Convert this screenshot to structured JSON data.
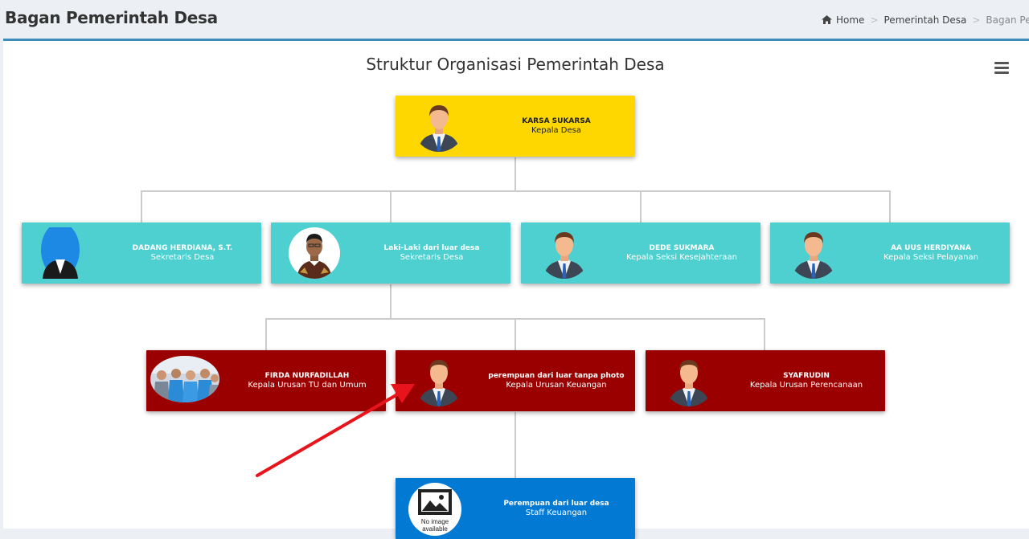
{
  "header": {
    "page_title": "Bagan Pemerintah Desa",
    "breadcrumb": [
      {
        "label": "Home"
      },
      {
        "label": "Pemerintah Desa"
      },
      {
        "label": "Bagan Pemer"
      }
    ]
  },
  "chart": {
    "title": "Struktur Organisasi Pemerintah Desa",
    "menu_icon": "hamburger-icon"
  },
  "nodes": [
    {
      "name": "KARSA SUKARSA",
      "title": "Kepala Desa",
      "color": "#ffd700",
      "photo": "default-avatar"
    },
    {
      "name": "DADANG HERDIANA, S.T.",
      "title": "Sekretaris Desa",
      "color": "#4dd0cf",
      "photo": "silhouette-blue"
    },
    {
      "name": "Laki-Laki dari luar desa",
      "title": "Sekretaris Desa",
      "color": "#4dd0cf",
      "photo": "person-photo"
    },
    {
      "name": "DEDE SUKMARA",
      "title": "Kepala Seksi Kesejahteraan",
      "color": "#4dd0cf",
      "photo": "default-avatar"
    },
    {
      "name": "AA UUS HERDIYANA",
      "title": "Kepala Seksi Pelayanan",
      "color": "#4dd0cf",
      "photo": "default-avatar"
    },
    {
      "name": "FIRDA NURFADILLAH",
      "title": "Kepala Urusan TU dan Umum",
      "color": "#9b0000",
      "photo": "group-photo"
    },
    {
      "name": "perempuan dari luar tanpa photo",
      "title": "Kepala Urusan Keuangan",
      "color": "#9b0000",
      "photo": "default-avatar"
    },
    {
      "name": "SYAFRUDIN",
      "title": "Kepala Urusan Perencanaan",
      "color": "#9b0000",
      "photo": "default-avatar"
    },
    {
      "name": "Perempuan dari luar desa",
      "title": "Staff Keuangan",
      "color": "#0279d3",
      "photo": "no-image"
    }
  ],
  "no_image_text": [
    "No image",
    "available"
  ],
  "annotation": {
    "type": "arrow",
    "color": "#e8141c"
  }
}
